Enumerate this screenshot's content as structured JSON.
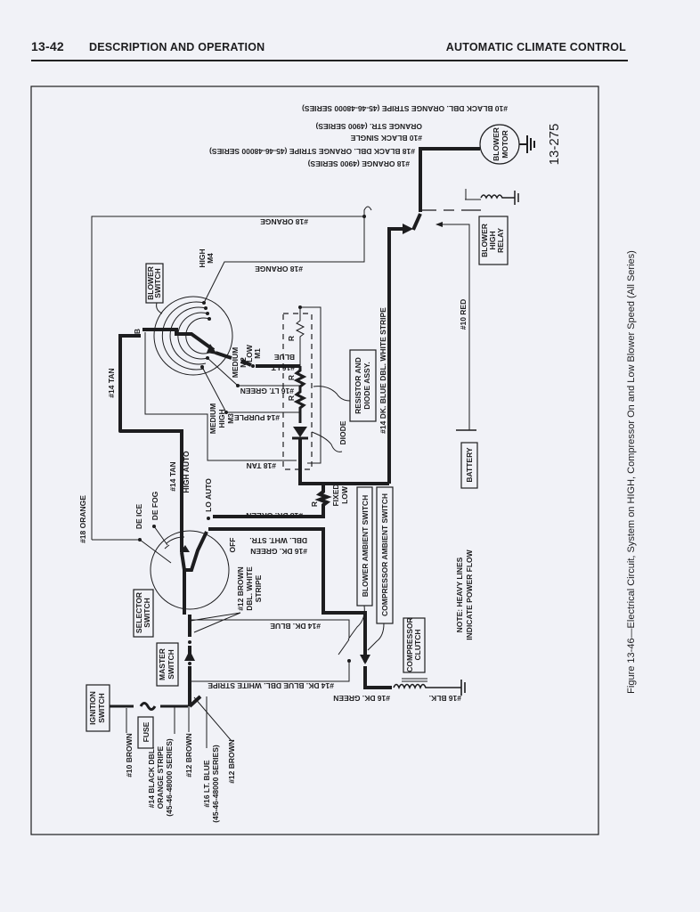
{
  "header": {
    "page_number": "13-42",
    "section": "DESCRIPTION AND OPERATION",
    "chapter": "AUTOMATIC CLIMATE CONTROL"
  },
  "figure": {
    "id": "13-275",
    "caption": "Figure 13-46—Electrical Circuit, System on HIGH, Compressor On and Low Blower Speed (All Series)",
    "note": [
      "NOTE: HEAVY LINES",
      "INDICATE POWER FLOW"
    ]
  },
  "components": {
    "blower_motor": [
      "BLOWER",
      "MOTOR"
    ],
    "blower_high_relay": [
      "BLOWER",
      "HIGH",
      "RELAY"
    ],
    "blower_switch": [
      "BLOWER",
      "SWITCH"
    ],
    "resistor_diode": [
      "RESISTOR AND",
      "DIODE ASSY."
    ],
    "diode": "DIODE",
    "battery": "BATTERY",
    "selector_switch": [
      "SELECTOR",
      "SWITCH"
    ],
    "master_switch": [
      "MASTER",
      "SWITCH"
    ],
    "ignition_switch": [
      "IGNITION",
      "SWITCH"
    ],
    "fuse": "FUSE",
    "blower_ambient": "BLOWER AMBIENT SWITCH",
    "compressor_ambient": "COMPRESSOR AMBIENT SWITCH",
    "compressor_clutch": [
      "COMPRESSOR",
      "CLUTCH"
    ]
  },
  "positions": {
    "high_m4": [
      "HIGH",
      "M4"
    ],
    "medium_m2": [
      "MEDIUM",
      "M2"
    ],
    "low_m1": [
      "LOW",
      "M1"
    ],
    "medium_high_m3": [
      "MEDIUM",
      "HIGH",
      "M3"
    ],
    "b": "B",
    "r": "R",
    "fixed_low": [
      "FIXED",
      "LOW"
    ],
    "de_ice": "DE ICE",
    "de_fog": "DE FOG",
    "high_auto": "HIGH AUTO",
    "lo_auto": "LO AUTO",
    "off": "OFF"
  },
  "wires": {
    "black10_dbl": "#10 BLACK DBL. ORANGE STRIPE (45-46-48000 SERIES)",
    "orange_str_4900": "ORANGE STR. (4900 SERIES)",
    "black10_single": "#10 BLACK SINGLE",
    "black18_dbl": "#18 BLACK DBL. ORANGE STRIPE  (45-46-48000 SERIES)",
    "orange18_4900": "#18 ORANGE (4900 SERIES)",
    "orange18_a": "#18 ORANGE",
    "orange18_b": "#18 ORANGE",
    "orange18_left": "#18 ORANGE",
    "tan14_a": "#14 TAN",
    "tan14_b": "#14 TAN",
    "lt_blue16": [
      "#16 LT.",
      "BLUE"
    ],
    "lt_green16": "#16 LT. GREEN",
    "purple14": "#14 PURPLE",
    "tan18": "#18 TAN",
    "dk_blue14_dbl_vertical": "#14 DK. BLUE DBL. WHITE STRIPE",
    "red10": "#10 RED",
    "dk_green18": "#18 DK. GREEN",
    "dk_green16_dbl": [
      "#16 DK. GREEN",
      "DBL. WHT. STR."
    ],
    "brown12_dbl": [
      "#12 BROWN",
      "DBL. WHITE",
      "STRIPE"
    ],
    "dk_blue14": "#14 DK. BLUE",
    "dk_blue14_dbl_lower": "#14 DK. BLUE DBL. WHITE STRIPE",
    "dk_green16": "#16 DK. GREEN",
    "blk16": "#16 BLK.",
    "brown10": "#10 BROWN",
    "black14_dbl": [
      "#14 BLACK DBL.",
      "ORANGE STRIPE",
      "(45-46-48000 SERIES)"
    ],
    "brown12_a": "#12 BROWN",
    "lt_blue16_series": [
      "#16 LT. BLUE",
      "(45-46-48000 SERIES)"
    ],
    "brown12_b": "#12 BROWN"
  }
}
